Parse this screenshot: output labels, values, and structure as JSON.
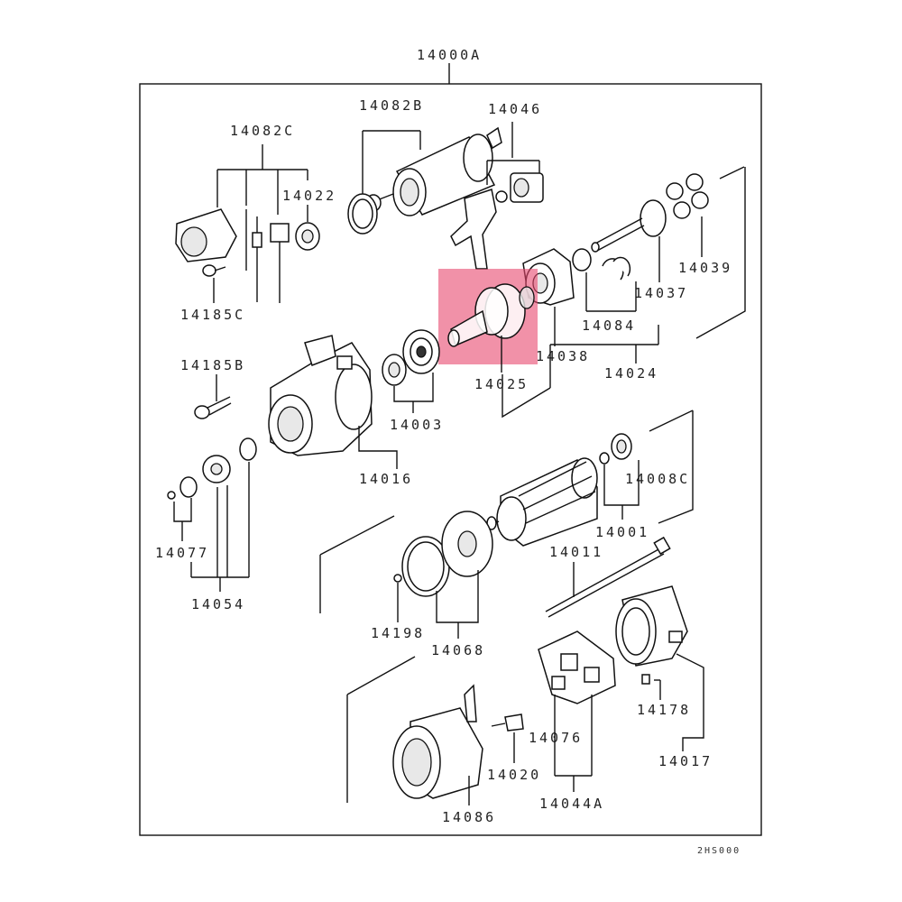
{
  "diagram": {
    "assembly_label": "14000A",
    "footer_code": "2HS000",
    "highlight_color": "#e8476e",
    "part_labels": {
      "p14082B": "14082B",
      "p14046": "14046",
      "p14082C": "14082C",
      "p14022": "14022",
      "p14185C": "14185C",
      "p14039": "14039",
      "p14037": "14037",
      "p14084": "14084",
      "p14038": "14038",
      "p14024": "14024",
      "p14025": "14025",
      "p14185B": "14185B",
      "p14003": "14003",
      "p14016": "14016",
      "p14077": "14077",
      "p14054": "14054",
      "p14008C": "14008C",
      "p14001": "14001",
      "p14011": "14011",
      "p14198": "14198",
      "p14068": "14068",
      "p14178": "14178",
      "p14076": "14076",
      "p14017": "14017",
      "p14020": "14020",
      "p14044A": "14044A",
      "p14086": "14086"
    }
  }
}
